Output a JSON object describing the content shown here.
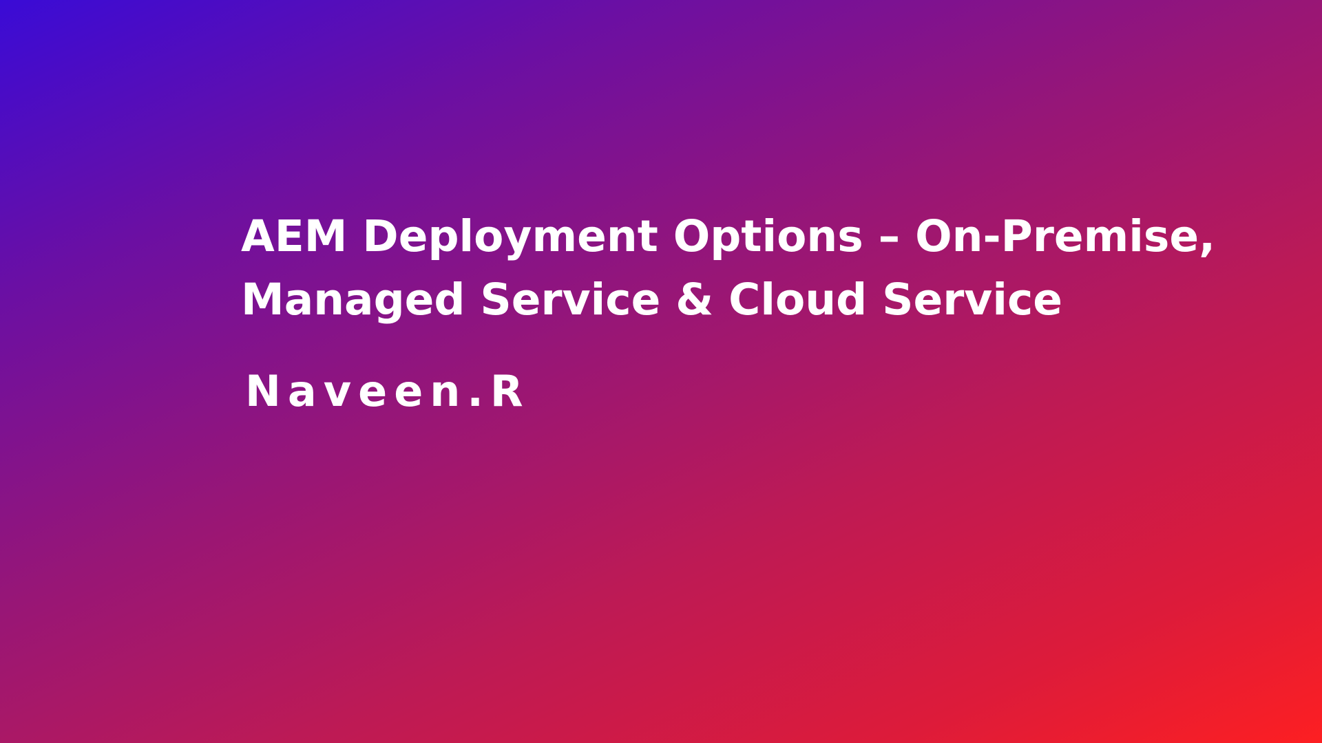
{
  "slide": {
    "title_line_1": "AEM Deployment Options – On-Premise,",
    "title_line_2": "Managed Service & Cloud Service",
    "author": "Naveen.R",
    "colors": {
      "gradient_top_left": "#3a0bd6",
      "gradient_bottom_right": "#fd1f22",
      "text": "#ffffff"
    }
  }
}
